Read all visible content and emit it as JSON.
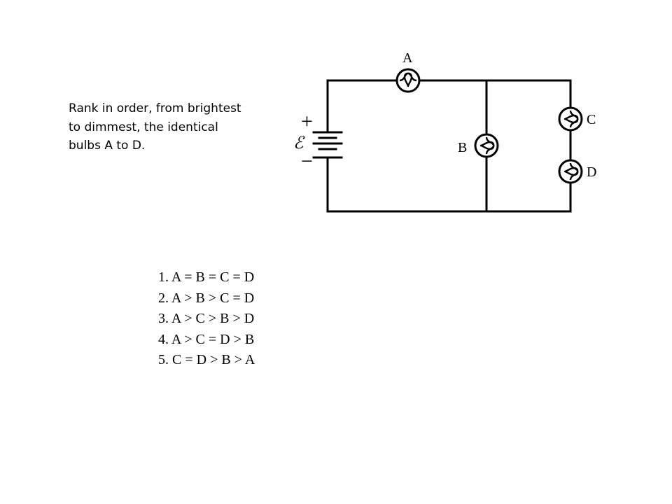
{
  "question": {
    "text": "Rank in order, from brightest\nto dimmest, the identical\nbulbs A to D."
  },
  "circuit": {
    "battery": {
      "plus_symbol": "+",
      "minus_symbol": "−",
      "emf_symbol": "ℰ"
    },
    "bulbs": [
      {
        "label": "A",
        "placement": "top wire, series with battery"
      },
      {
        "label": "B",
        "placement": "middle branch"
      },
      {
        "label": "C",
        "placement": "right branch, upper"
      },
      {
        "label": "D",
        "placement": "right branch, lower"
      }
    ]
  },
  "choices": [
    "1. A = B = C = D",
    "2. A > B > C = D",
    "3. A > C > B > D",
    "4. A > C = D > B",
    "5. C = D > B > A"
  ]
}
